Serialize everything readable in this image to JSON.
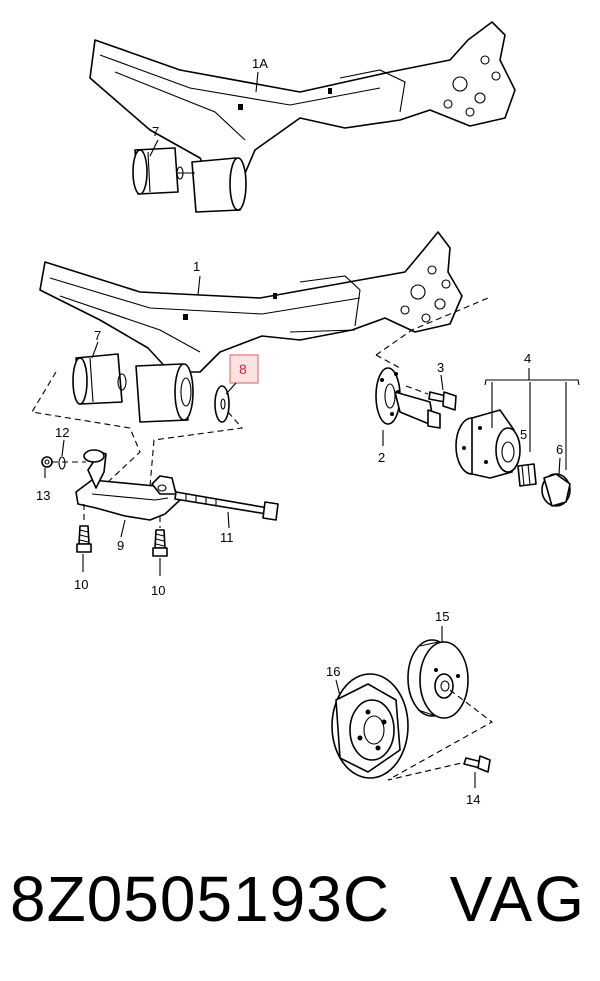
{
  "callouts": {
    "c1A": "1A",
    "c1": "1",
    "c2": "2",
    "c3": "3",
    "c4": "4",
    "c5": "5",
    "c6": "6",
    "c7a": "7",
    "c7b": "7",
    "c8": "8",
    "c9": "9",
    "c10a": "10",
    "c10b": "10",
    "c11": "11",
    "c12": "12",
    "c13": "13",
    "c14": "14",
    "c15": "15",
    "c16": "16"
  },
  "highlighted_callout": "8",
  "highlight_color": "#c23030",
  "footer": {
    "part_number": "8Z0505193C",
    "brand": "VAG"
  }
}
